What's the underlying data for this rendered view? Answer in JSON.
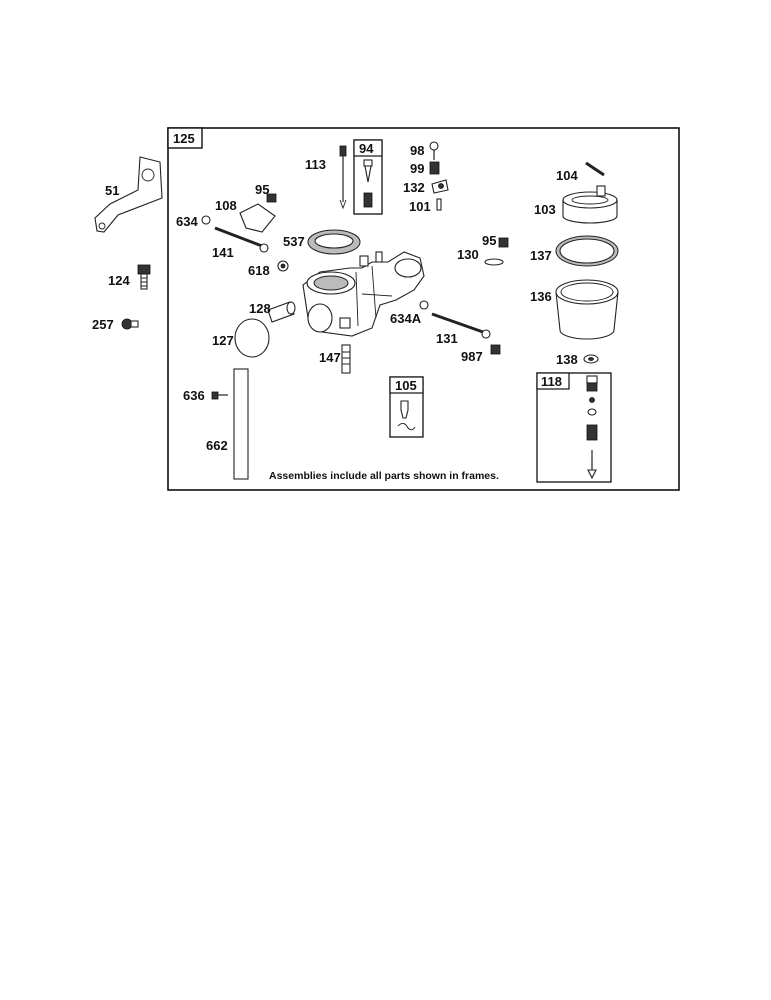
{
  "frames": {
    "main": "125",
    "f94": "94",
    "f105": "105",
    "f118": "118"
  },
  "labels": {
    "p51": "51",
    "p124": "124",
    "p257": "257",
    "p113": "113",
    "p95a": "95",
    "p108": "108",
    "p634": "634",
    "p141": "141",
    "p618": "618",
    "p537": "537",
    "p128": "128",
    "p127": "127",
    "p147": "147",
    "p98": "98",
    "p99": "99",
    "p132": "132",
    "p101": "101",
    "p95b": "95",
    "p130": "130",
    "p634A": "634A",
    "p131": "131",
    "p987": "987",
    "p104": "104",
    "p103": "103",
    "p137": "137",
    "p136": "136",
    "p138": "138",
    "p636": "636",
    "p662": "662"
  },
  "note": "Assemblies include all parts shown in frames."
}
